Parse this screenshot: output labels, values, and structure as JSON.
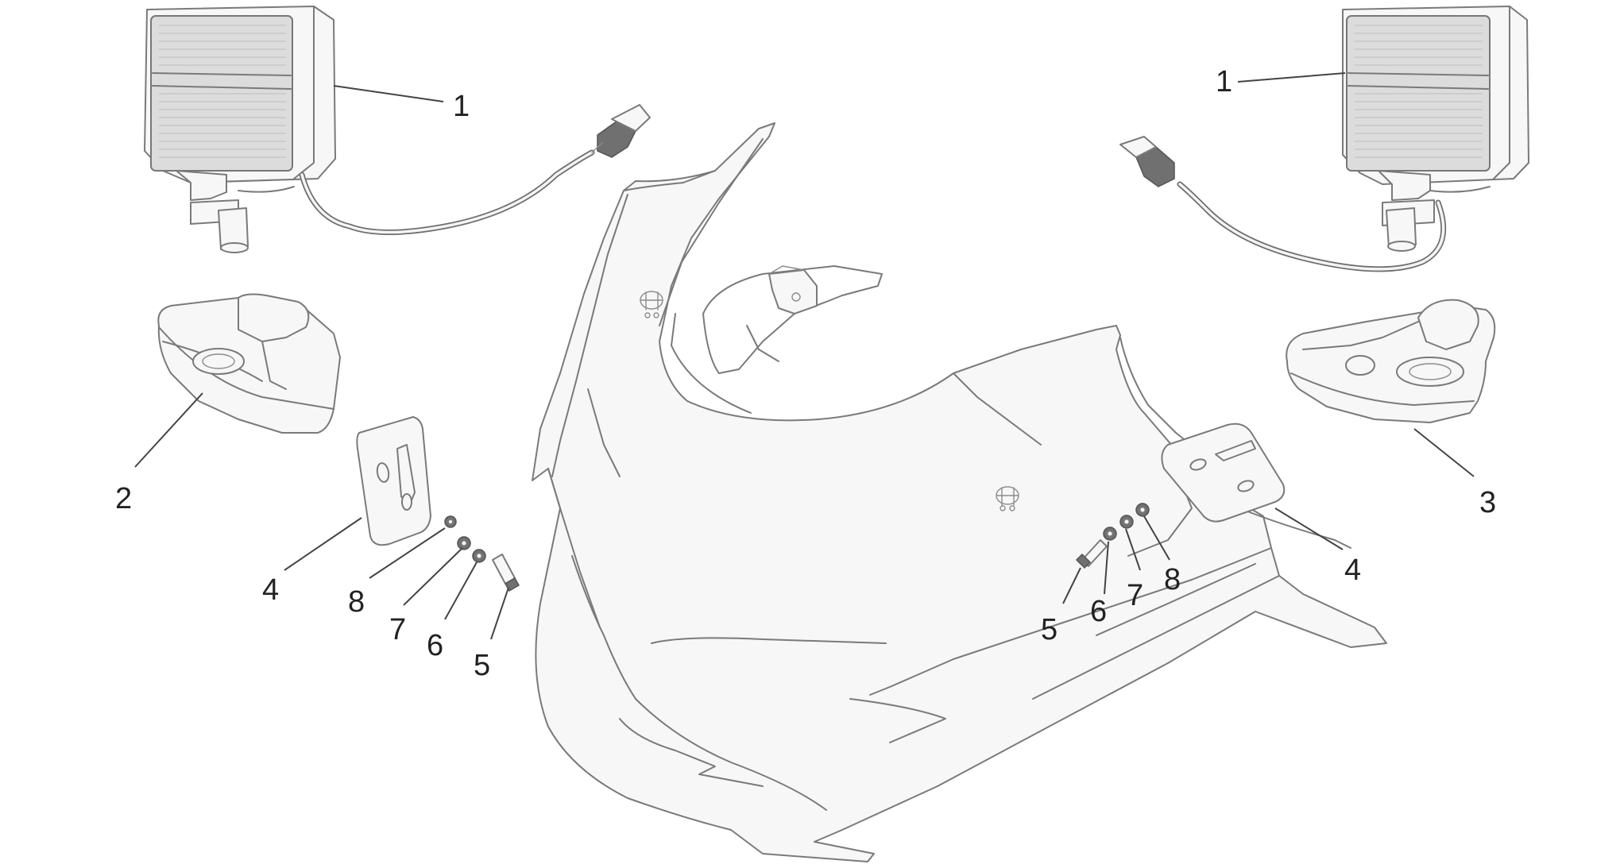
{
  "diagram": {
    "callouts": {
      "left_lamp": "1",
      "right_lamp": "1",
      "left_housing": "2",
      "right_housing": "3",
      "left_plate": "4",
      "right_plate": "4",
      "left_screw": "5",
      "left_washer_a": "6",
      "left_washer_b": "7",
      "left_nut": "8",
      "right_screw": "5",
      "right_washer_a": "6",
      "right_washer_b": "7",
      "right_nut": "8"
    }
  }
}
